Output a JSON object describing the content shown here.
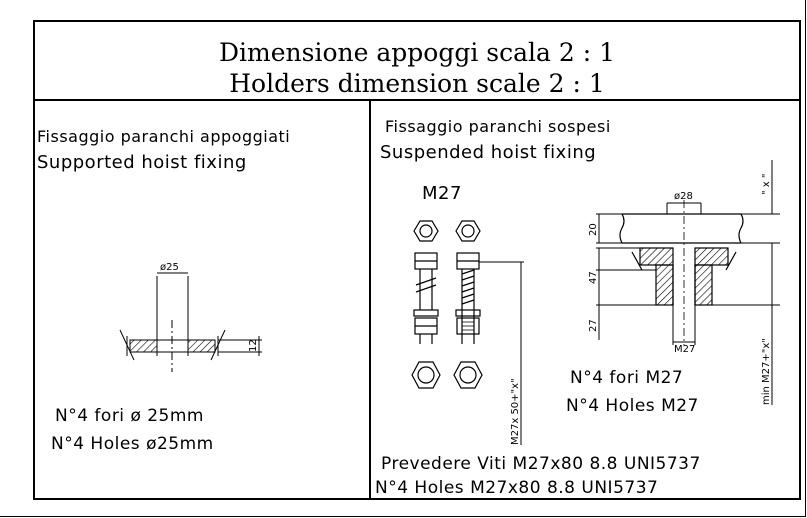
{
  "title": {
    "line1": "Dimensione appoggi scala 2 : 1",
    "line2": "Holders dimension scale 2 : 1"
  },
  "left_panel": {
    "heading_it": "Fissaggio paranchi appoggiati",
    "heading_en": "Supported hoist fixing",
    "dim_diameter": "ø25",
    "dim_thickness": "12",
    "note_it": "N°4 fori ø 25mm",
    "note_en": "N°4 Holes ø25mm"
  },
  "right_panel": {
    "heading_it": "Fissaggio paranchi sospesi",
    "heading_en": "Suspended hoist fixing",
    "bolt_label": "M27",
    "bolt_length_label": "M27x 50+\"x\"",
    "dim_diameter": "ø28",
    "dim_x": "\" x \"",
    "dim_20": "20",
    "dim_47": "47",
    "dim_27": "27",
    "dim_thread": "M27",
    "dim_min": "min M27+\"x\"",
    "note_it": "N°4 fori M27",
    "note_en": "N°4 Holes M27",
    "screws_it": "Prevedere Viti M27x80 8.8 UNI5737",
    "screws_en": "N°4 Holes M27x80 8.8 UNI5737"
  }
}
